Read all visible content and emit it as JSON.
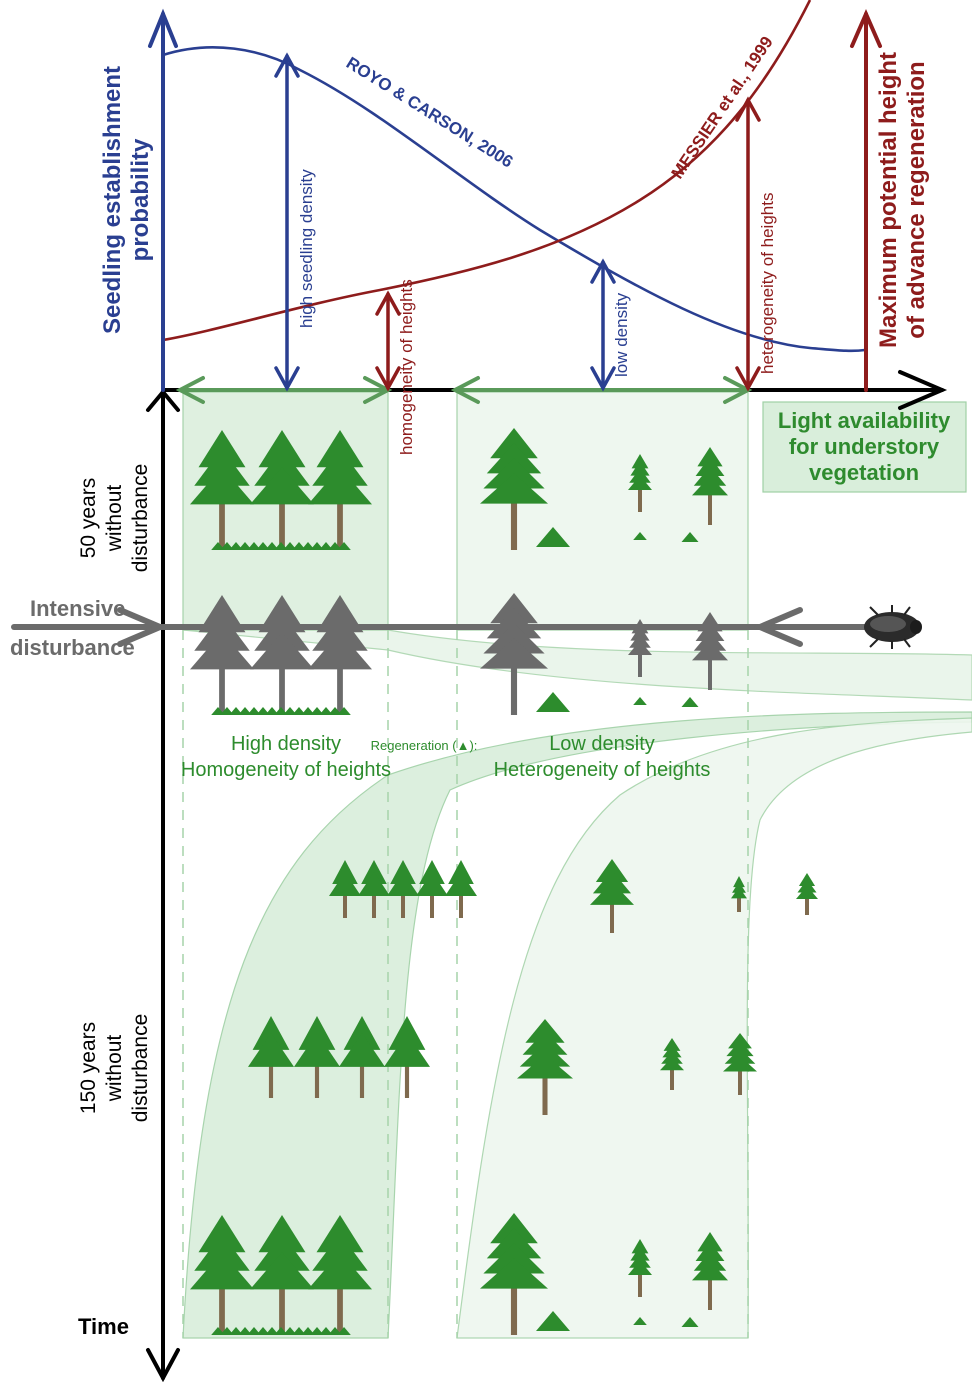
{
  "labels": {
    "y_left": [
      "Seedling establishment",
      "probability"
    ],
    "y_right": [
      "Maximum potential height",
      "of advance regeneration"
    ],
    "x_axis": [
      "Light availability",
      "for understory",
      "vegetation"
    ],
    "curve_blue": "ROYO & CARSON, 2006",
    "curve_red": "MESSIER et al., 1999",
    "high_seedling_density": "high seedling density",
    "homogeneity_of_heights": "homogeneity of heights",
    "low_density": "low density",
    "heterogeneity_of_heights": "heterogeneity of heights",
    "years_50": [
      "50 years",
      "without",
      "disturbance"
    ],
    "years_150": [
      "150 years",
      "without",
      "disturbance"
    ],
    "intensive": "Intensive",
    "disturbance": "disturbance",
    "high_density": "High density",
    "homogeneity_caption": "Homogeneity of heights",
    "regeneration_key": "Regeneration (▲):",
    "low_density_caption": "Low density",
    "heterogeneity_caption": "Heterogeneity of heights",
    "time": "Time"
  },
  "colors": {
    "blue": "#2a3f91",
    "red": "#8e1c1c",
    "green": "#2d8c2d",
    "green_label": "#2e8b2e",
    "arrow_green": "#5a9a5a",
    "trunk": "#7f6a4e",
    "grey": "#6b6b6b",
    "band_fill": "#d9eedb",
    "band_stroke": "#9fd0a5"
  },
  "icons": [
    "conifer-tree-icon",
    "grey-dead-tree-icon",
    "bark-beetle-icon",
    "seedling-triangle-icon"
  ]
}
